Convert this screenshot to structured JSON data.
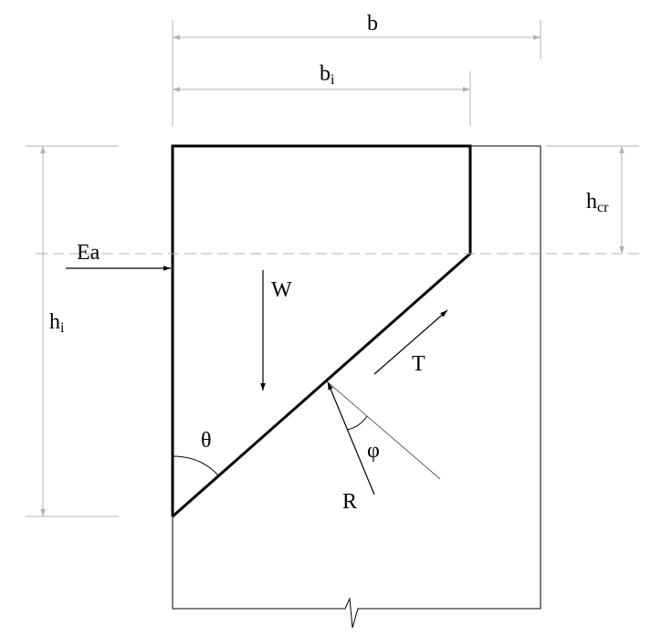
{
  "labels": {
    "b": "b",
    "bi": {
      "main": "b",
      "sub": "i"
    },
    "hcr": {
      "main": "h",
      "sub": "cr"
    },
    "hi": {
      "main": "h",
      "sub": "i"
    },
    "ea": "Ea",
    "w": "W",
    "t": "T",
    "r": "R",
    "theta": "θ",
    "phi": "φ"
  }
}
